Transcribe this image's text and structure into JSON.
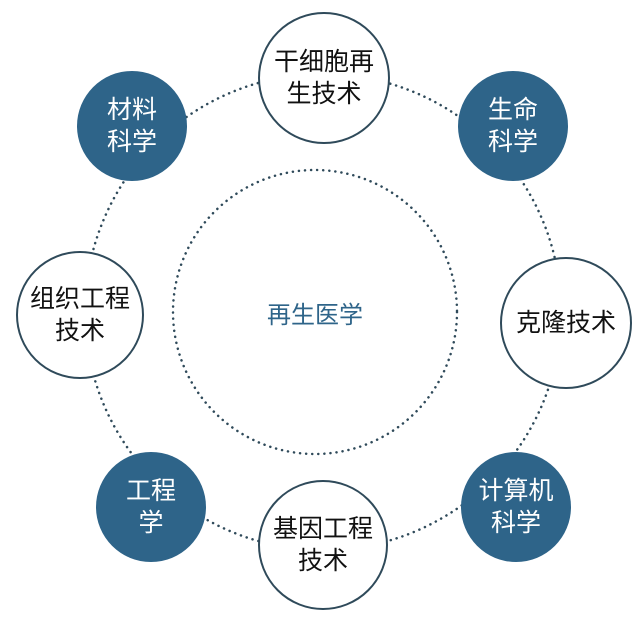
{
  "center": {
    "label": "再生医学"
  },
  "nodes": [
    {
      "id": "stem-cell",
      "line1": "干细胞再",
      "line2": "生技术",
      "style": "white"
    },
    {
      "id": "materials",
      "line1": "材料",
      "line2": "科学",
      "style": "dark"
    },
    {
      "id": "life-science",
      "line1": "生命",
      "line2": "科学",
      "style": "dark"
    },
    {
      "id": "tissue-eng",
      "line1": "组织工程",
      "line2": "技术",
      "style": "white"
    },
    {
      "id": "cloning",
      "line1": "克隆技术",
      "line2": "",
      "style": "white"
    },
    {
      "id": "engineering",
      "line1": "工程",
      "line2": "学",
      "style": "dark"
    },
    {
      "id": "genetic-eng",
      "line1": "基因工程",
      "line2": "技术",
      "style": "white"
    },
    {
      "id": "computer-science",
      "line1": "计算机",
      "line2": "科学",
      "style": "dark"
    }
  ],
  "colors": {
    "dark_node": "#2e6489",
    "border": "#2f4a5a",
    "dots": "#2f4a5a"
  }
}
